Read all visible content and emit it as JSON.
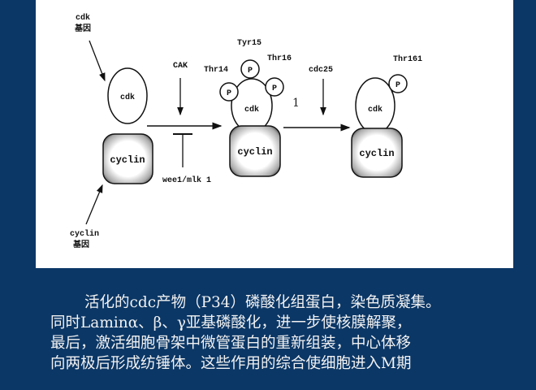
{
  "diagram": {
    "cdk_gene": {
      "line1": "cdk",
      "line2": "基因"
    },
    "cyclin_gene": {
      "line1": "cyclin",
      "line2": "基因"
    },
    "cdk": "cdk",
    "cyclin": "cyclin",
    "cak": "CAK",
    "wee1": "wee1/mlk 1",
    "cdc25": "cdc25",
    "p": "P",
    "thr14": "Thr14",
    "tyr15": "Tyr15",
    "thr16": "Thr16",
    "thr161": "Thr161",
    "stray_mark": "1"
  },
  "caption": {
    "lines": [
      "活化的cdc产物（P34）磷酸化组蛋白，染色质凝集。",
      "同时Laminα、β、γ亚基磷酸化，进一步使核膜解聚，",
      "最后，激活细胞骨架中微管蛋白的重新组装，中心体移",
      "向两极后形成纺锤体。这些作用的综合使细胞进入M期"
    ]
  },
  "colors": {
    "background": "#0b3766",
    "panel": "#ffffff",
    "text": "#f2f2f2"
  }
}
